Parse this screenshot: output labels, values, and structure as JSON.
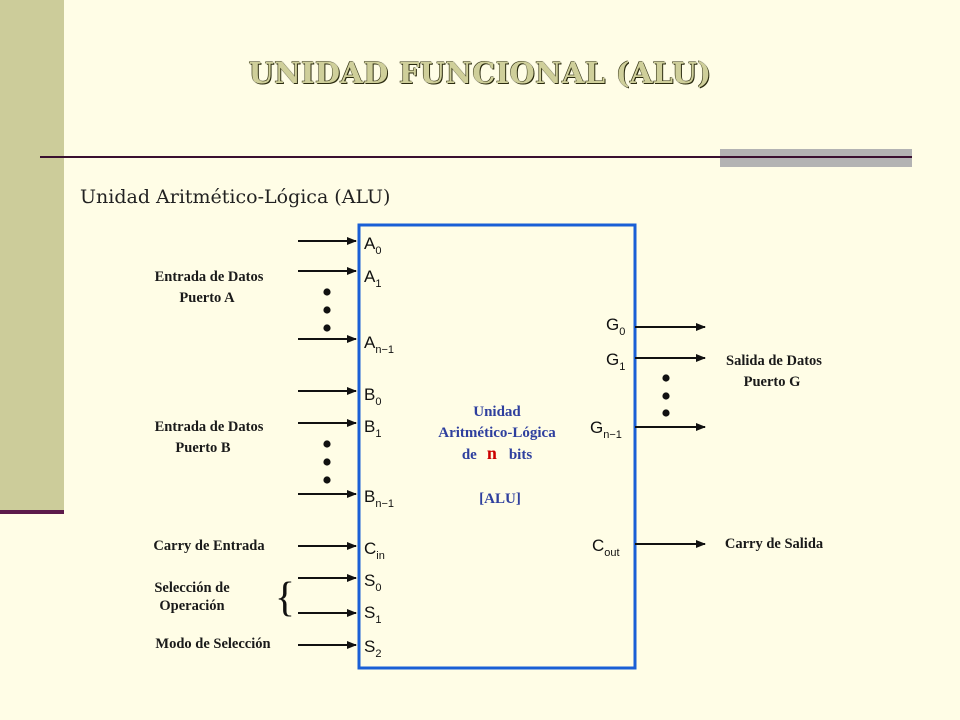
{
  "slide": {
    "title": "UNIDAD FUNCIONAL (ALU)",
    "subtitle": "Unidad Aritmético-Lógica (ALU)"
  },
  "colors": {
    "sidebar": "#cccc9a",
    "background": "#fffde6",
    "box_border": "#1a5fd6",
    "core_text": "#2e3f9e",
    "n_highlight": "#cc0000"
  },
  "diagram": {
    "input_labels": {
      "port_a_line1": "Entrada de Datos",
      "port_a_line2": "Puerto A",
      "port_b_line1": "Entrada de Datos",
      "port_b_line2": "Puerto B",
      "carry_in": "Carry de Entrada",
      "op_select_line1": "Selección de",
      "op_select_line2": "Operación",
      "mode_select": "Modo de Selección"
    },
    "output_labels": {
      "port_g_line1": "Salida de Datos",
      "port_g_line2": "Puerto G",
      "carry_out": "Carry de Salida"
    },
    "pins": {
      "a0": {
        "base": "A",
        "sub": "0"
      },
      "a1": {
        "base": "A",
        "sub": "1"
      },
      "an1": {
        "base": "A",
        "sub": "n−1"
      },
      "b0": {
        "base": "B",
        "sub": "0"
      },
      "b1": {
        "base": "B",
        "sub": "1"
      },
      "bn1": {
        "base": "B",
        "sub": "n−1"
      },
      "cin": {
        "base": "C",
        "sub": "in"
      },
      "s0": {
        "base": "S",
        "sub": "0"
      },
      "s1": {
        "base": "S",
        "sub": "1"
      },
      "s2": {
        "base": "S",
        "sub": "2"
      },
      "g0": {
        "base": "G",
        "sub": "0"
      },
      "g1": {
        "base": "G",
        "sub": "1"
      },
      "gn1": {
        "base": "G",
        "sub": "n−1"
      },
      "cout": {
        "base": "C",
        "sub": "out"
      }
    },
    "core": {
      "line1": "Unidad",
      "line2": "Aritmético-Lógica",
      "line3_pre": "de",
      "line3_n": "n",
      "line3_post": "bits",
      "line4": "[ALU]"
    },
    "brace": "{"
  }
}
